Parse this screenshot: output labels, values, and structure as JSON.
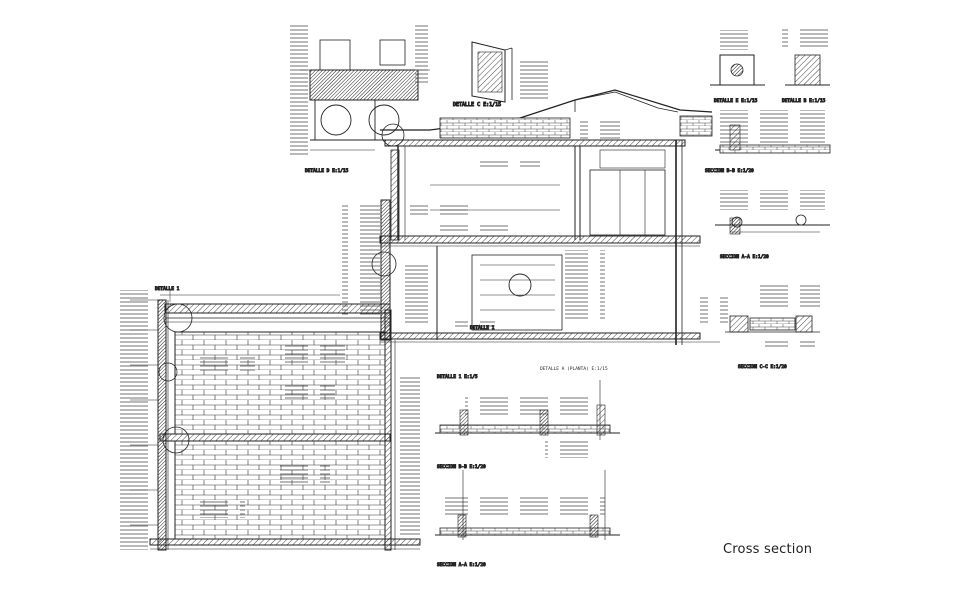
{
  "caption": "Cross section",
  "labels": {
    "detalle_c": "DETALLE C  E:1/15",
    "detalle_e": "DETALLE E  E:1/15",
    "detalle_b": "DETALLE B  E:1/15",
    "detalle_d": "DETALLE D  E:1/15",
    "seccion_bb_right": "SECCION B-B  E:1/20",
    "seccion_aa_right": "SECCION A-A  E:1/20",
    "seccion_cc": "SECCION C-C  E:1/20",
    "detalle_a": "DETALLE A (PLANTA)  E:1/15",
    "detalle_1": "DETALLE 1  E:1/5",
    "seccion_bb_bottom": "SECCION B-B  E:1/20",
    "seccion_aa_bottom": "SECCION A-A  E:1/20",
    "detalle_1_top": "DETALLE 1"
  },
  "colors": {
    "ink": "#1f1f1f",
    "paper": "#ffffff",
    "hatch": "#555555"
  }
}
